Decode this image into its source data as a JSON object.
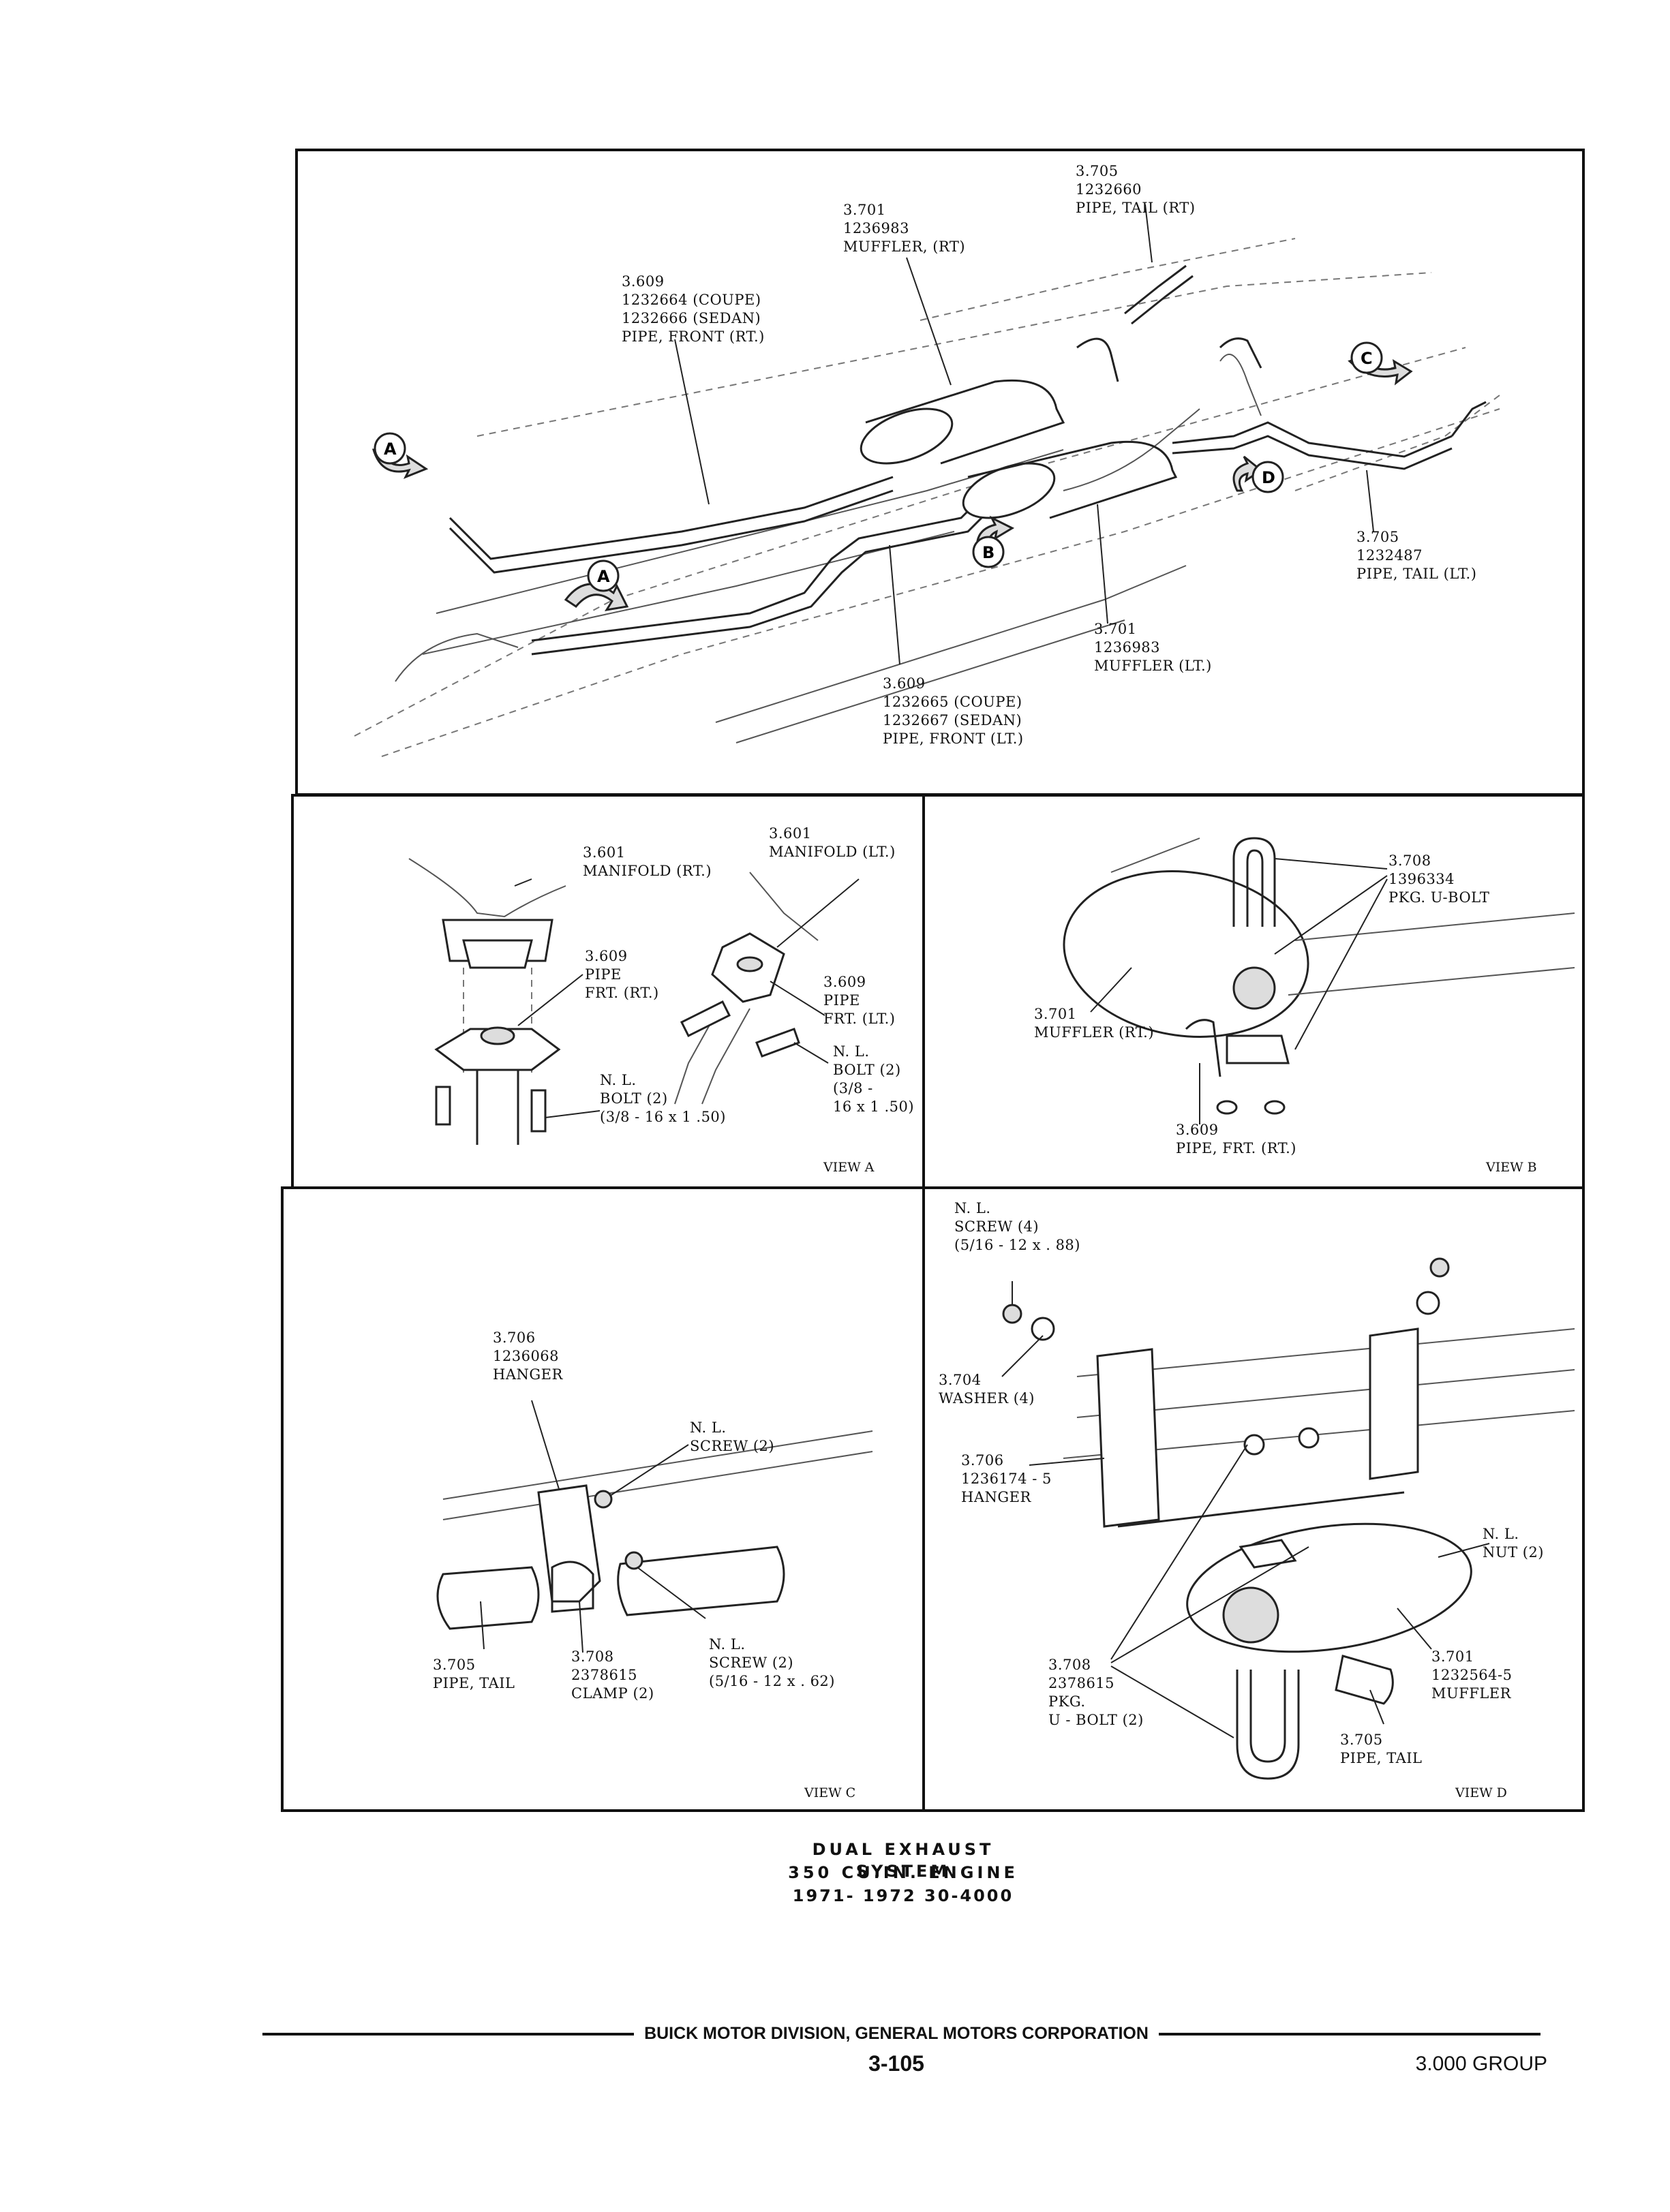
{
  "top_view": {
    "labels": [
      {
        "id": "pipe-tail-rt",
        "lines": [
          "3.705",
          "1232660",
          "PIPE, TAIL (RT)"
        ]
      },
      {
        "id": "muffler-rt",
        "lines": [
          "3.701",
          "1236983",
          "MUFFLER, (RT)"
        ]
      },
      {
        "id": "pipe-front-rt",
        "lines": [
          "3.609",
          "1232664 (COUPE)",
          "1232666 (SEDAN)",
          "PIPE, FRONT (RT.)"
        ]
      },
      {
        "id": "pipe-tail-lt",
        "lines": [
          "3.705",
          "1232487",
          "PIPE, TAIL (LT.)"
        ]
      },
      {
        "id": "muffler-lt",
        "lines": [
          "3.701",
          "1236983",
          "MUFFLER (LT.)"
        ]
      },
      {
        "id": "pipe-front-lt",
        "lines": [
          "3.609",
          "1232665 (COUPE)",
          "1232667 (SEDAN)",
          "PIPE, FRONT (LT.)"
        ]
      }
    ],
    "callouts": [
      "A",
      "A",
      "B",
      "C",
      "D"
    ]
  },
  "view_a": {
    "caption": "VIEW A",
    "labels": [
      {
        "id": "manifold-rt",
        "lines": [
          "3.601",
          "MANIFOLD (RT.)"
        ]
      },
      {
        "id": "manifold-lt",
        "lines": [
          "3.601",
          "MANIFOLD (LT.)"
        ]
      },
      {
        "id": "pipe-frt-rt",
        "lines": [
          "3.609",
          "PIPE",
          "FRT. (RT.)"
        ]
      },
      {
        "id": "pipe-frt-lt",
        "lines": [
          "3.609",
          "PIPE",
          "FRT. (LT.)"
        ]
      },
      {
        "id": "bolt-rt",
        "lines": [
          "N. L.",
          "BOLT (2)",
          "(3/8 - 16 x 1 .50)"
        ]
      },
      {
        "id": "bolt-lt",
        "lines": [
          "N. L.",
          "BOLT (2)",
          "(3/8 -",
          "16 x 1 .50)"
        ]
      }
    ]
  },
  "view_b": {
    "caption": "VIEW B",
    "labels": [
      {
        "id": "u-bolt",
        "lines": [
          "3.708",
          "1396334",
          "PKG. U-BOLT"
        ]
      },
      {
        "id": "muffler-rt-b",
        "lines": [
          "3.701",
          "MUFFLER (RT.)"
        ]
      },
      {
        "id": "pipe-frt-b",
        "lines": [
          "3.609",
          "PIPE, FRT. (RT.)"
        ]
      }
    ]
  },
  "view_c": {
    "caption": "VIEW C",
    "labels": [
      {
        "id": "hanger-c",
        "lines": [
          "3.706",
          "1236068",
          "HANGER"
        ]
      },
      {
        "id": "screw-c",
        "lines": [
          "N. L.",
          "SCREW (2)"
        ]
      },
      {
        "id": "pipe-tail-c",
        "lines": [
          "3.705",
          "PIPE, TAIL"
        ]
      },
      {
        "id": "clamp-c",
        "lines": [
          "3.708",
          "2378615",
          "CLAMP (2)"
        ]
      },
      {
        "id": "screw-c2",
        "lines": [
          "N. L.",
          "SCREW (2)",
          "(5/16 - 12 x . 62)"
        ]
      }
    ]
  },
  "view_d": {
    "caption": "VIEW D",
    "labels": [
      {
        "id": "screw-d",
        "lines": [
          "N. L.",
          "SCREW (4)",
          "(5/16 - 12 x . 88)"
        ]
      },
      {
        "id": "washer-d",
        "lines": [
          "3.704",
          "WASHER (4)"
        ]
      },
      {
        "id": "hanger-d",
        "lines": [
          "3.706",
          "1236174 - 5",
          "HANGER"
        ]
      },
      {
        "id": "nut-d",
        "lines": [
          "N. L.",
          "NUT (2)"
        ]
      },
      {
        "id": "muffler-d",
        "lines": [
          "3.701",
          "1232564-5",
          "MUFFLER"
        ]
      },
      {
        "id": "ubolt-d",
        "lines": [
          "3.708",
          "2378615",
          "PKG.",
          "U - BOLT (2)"
        ]
      },
      {
        "id": "pipe-tail-d",
        "lines": [
          "3.705",
          "PIPE, TAIL"
        ]
      }
    ]
  },
  "caption": {
    "line1": "DUAL EXHAUST SYSTEM",
    "line2": "350 CU.IN. ENGINE",
    "line3": "1971- 1972 30-4000"
  },
  "footer": {
    "division": "BUICK MOTOR DIVISION, GENERAL MOTORS CORPORATION",
    "page": "3-105",
    "group": "3.000 GROUP"
  }
}
